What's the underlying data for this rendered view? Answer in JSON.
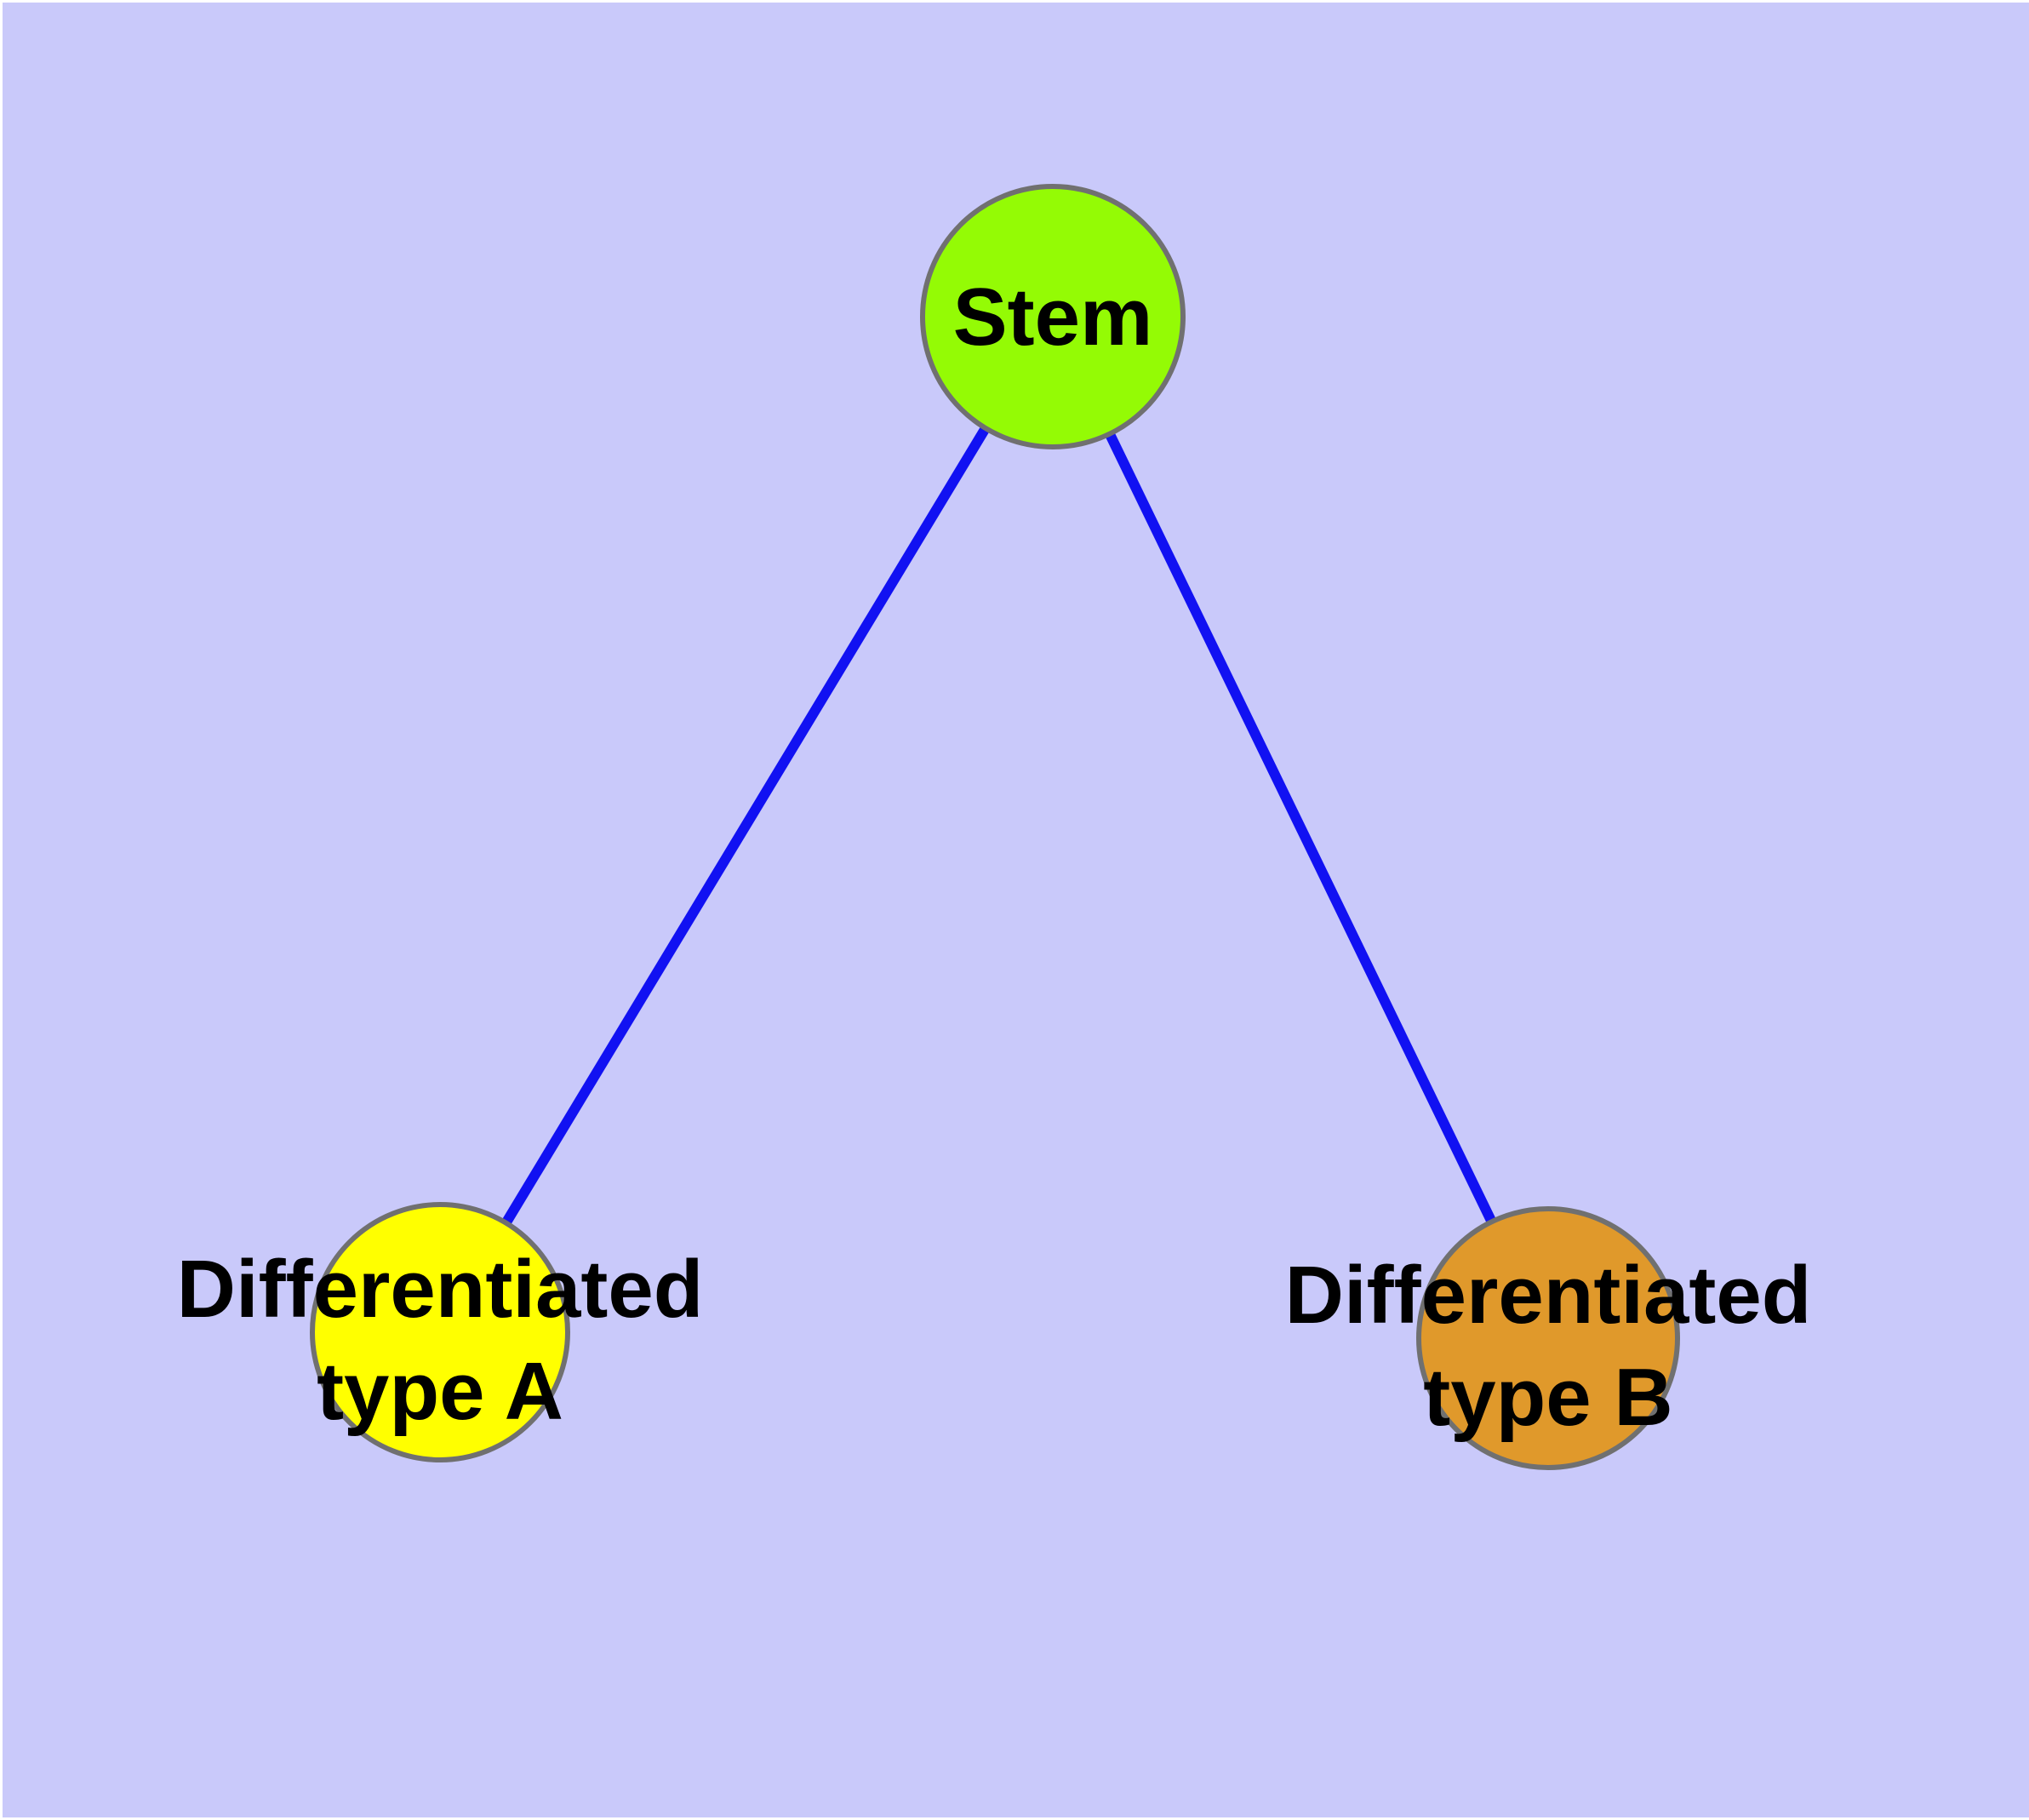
{
  "colors": {
    "page_background": "#ffffff",
    "canvas_background": "#c9c9fa",
    "edge": "#1111f2",
    "node_border": "#707070",
    "label_text": "#000000"
  },
  "nodes": [
    {
      "id": "stem",
      "label": "Stem",
      "lines": [
        "Stem"
      ],
      "fill": "#94fb05"
    },
    {
      "id": "differentiated-type-a",
      "label": "Differentiated type A",
      "lines": [
        "Differentiated",
        "type A"
      ],
      "fill": "#ffff00"
    },
    {
      "id": "differentiated-type-b",
      "label": "Differentiated type B",
      "lines": [
        "Differentiated",
        "type B"
      ],
      "fill": "#e0992b"
    }
  ],
  "edges": [
    {
      "from": "stem",
      "to": "differentiated-type-a"
    },
    {
      "from": "stem",
      "to": "differentiated-type-b"
    }
  ]
}
